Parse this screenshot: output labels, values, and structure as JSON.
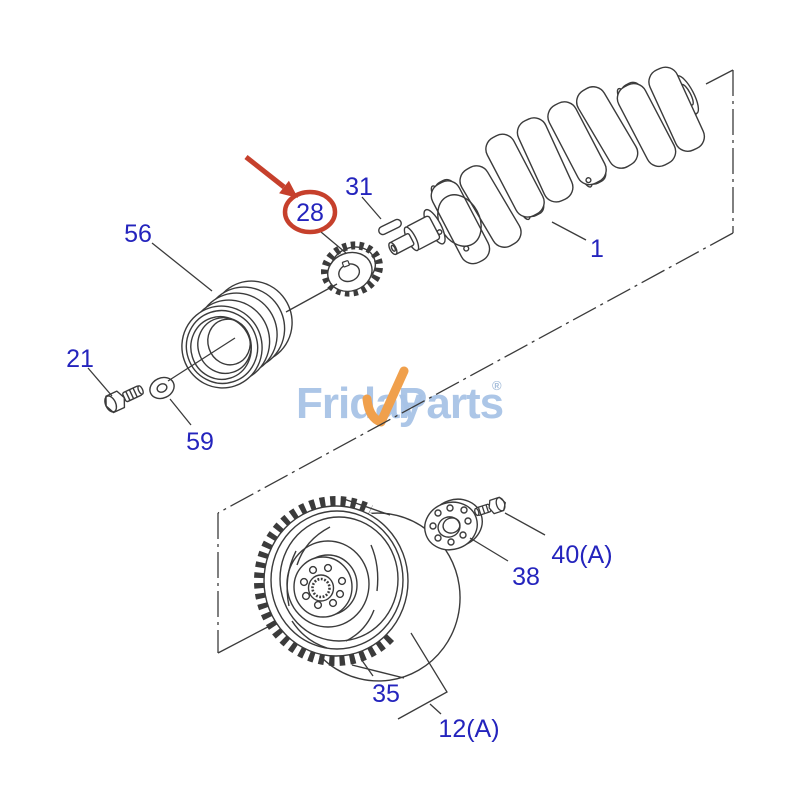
{
  "branding": {
    "logo_text_left": "Friday",
    "logo_text_right": "Parts",
    "registered_mark": "®",
    "logo_color": "#a8c3e6",
    "swoosh_color": "#f0a04c"
  },
  "diagram": {
    "line_color": "#3b3b3b",
    "label_color": "#2424bd",
    "highlight_color": "#c6402c",
    "highlighted_part": "28",
    "labels": {
      "crankshaft": "1",
      "bolt_front": "21",
      "timing_gear": "28",
      "key": "31",
      "flywheel": "35",
      "plate": "38",
      "bolt_flywheel": "40(A)",
      "pulley": "56",
      "washer": "59",
      "flywheel_assembly": "12(A)"
    }
  }
}
